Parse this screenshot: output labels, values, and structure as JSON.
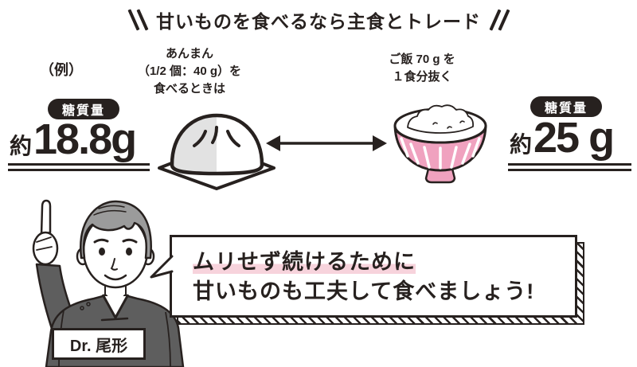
{
  "title": "甘いものを食べるなら主食とトレード",
  "example_label": "（例）",
  "sweet": {
    "caption_lines": [
      "あんまん",
      "（1/2 個：40 g）を",
      "食べるときは"
    ],
    "badge": "糖質量",
    "amount_prefix": "約",
    "amount": "18.8g",
    "illustration": "anman-bun-icon"
  },
  "staple": {
    "caption_lines": [
      "ご飯 70 g を",
      "１食分抜く"
    ],
    "badge": "糖質量",
    "amount_prefix": "約",
    "amount": "25 g",
    "illustration": "rice-bowl-icon"
  },
  "trade_icon": "double-headed-arrow-icon",
  "doctor": {
    "name": "Dr. 尾形"
  },
  "bubble": {
    "line1": "ムリせず続けるために",
    "line2": "甘いものも工夫して食べましょう!"
  },
  "colors": {
    "ink": "#27211f",
    "pink_bowl": "#f0a2bf",
    "pink_highlight": "#f7d3dc",
    "hair_gray": "#9b9b9b",
    "scrub_gray": "#5e5e5e",
    "bun_shade": "#e2e2e2"
  }
}
